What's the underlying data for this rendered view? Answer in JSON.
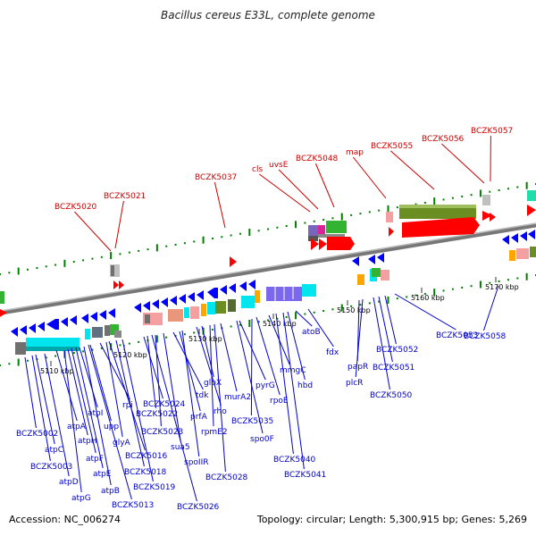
{
  "title": "Bacillus cereus E33L, complete genome",
  "footer": {
    "accession": "Accession: NC_006274",
    "summary": "Topology: circular; Length: 5,300,915 bp; Genes: 5,269"
  },
  "kbp_ticks": [
    "5110 kbp",
    "5120 kbp",
    "5130 kbp",
    "5140 kbp",
    "5150 kbp",
    "5160 kbp",
    "5170 kbp"
  ],
  "labels_above": [
    "BCZK5020",
    "BCZK5021",
    "BCZK5037",
    "cls",
    "uvsE",
    "BCZK5048",
    "map",
    "BCZK5055",
    "BCZK5056",
    "BCZK5057"
  ],
  "labels_below": [
    "BCZK5002",
    "atpC",
    "BCZK5003",
    "atpA",
    "atpD",
    "atpI",
    "atpH",
    "atpF",
    "atpG",
    "upp",
    "atpE",
    "atpB",
    "BCZK5013",
    "rpi",
    "glyA",
    "BCZK5016",
    "BCZK5018",
    "BCZK5019",
    "BCZK5024",
    "BCZK5022",
    "BCZK5023",
    "sua5",
    "tdk",
    "prfA",
    "spoIIR",
    "BCZK5026",
    "rho",
    "glpX",
    "rpmE2",
    "BCZK5028",
    "murA2",
    "pyrG",
    "BCZK5035",
    "spo0F",
    "rpoE",
    "mmgC",
    "BCZK5040",
    "BCZK5041",
    "atoB",
    "hbd",
    "fdx",
    "papR",
    "plcR",
    "BCZK5050",
    "BCZK5051",
    "BCZK5052",
    "BCZK5053",
    "BCZK5058"
  ],
  "colors": {
    "label_above": "#cc0000",
    "label_below": "#0000cc",
    "backbone": "#888888",
    "feature_forward": "#ff0000",
    "feature_reverse": "#0000ff",
    "tick": "#008000"
  }
}
